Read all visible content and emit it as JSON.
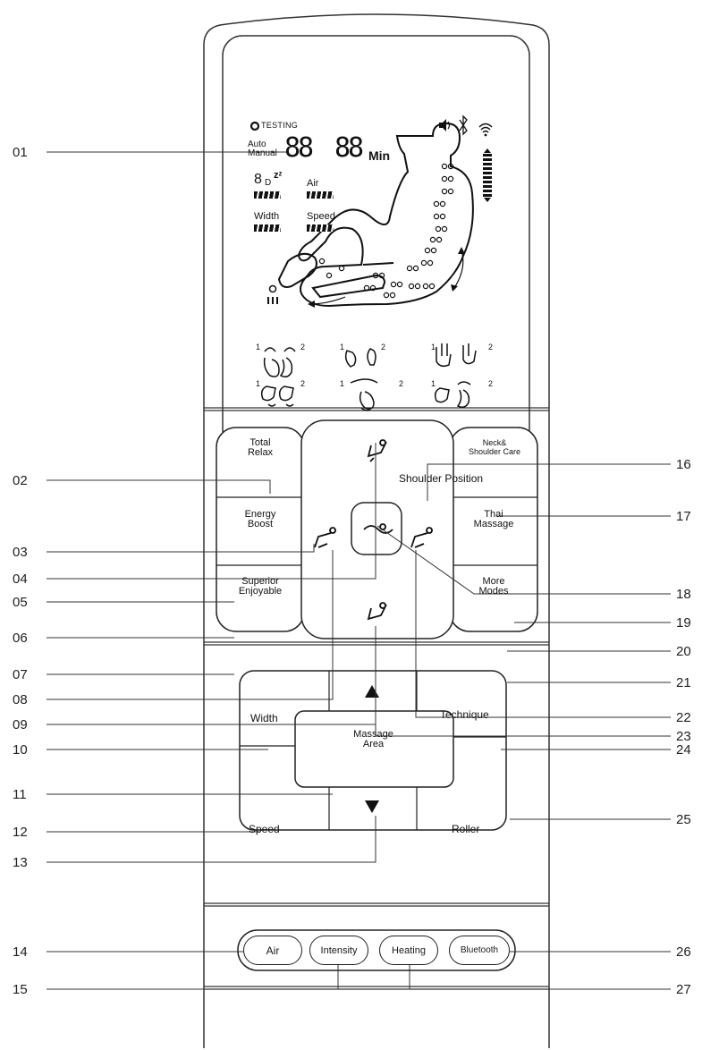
{
  "lcd": {
    "testing": "TESTING",
    "auto": "Auto",
    "manual": "Manual",
    "digits_left": "88",
    "digits_right": "88",
    "min": "Min",
    "sleep": "8",
    "sleep_sub": "D",
    "zz": "zᶻ",
    "air": "Air",
    "width": "Width",
    "speed": "Speed"
  },
  "buttons": {
    "shoulder_position": "Shoulder Position",
    "total_relax": "Total\nRelax",
    "energy_boost": "Energy\nBoost",
    "superior_enjoyable": "Superior\nEnjoyable",
    "neck_shoulder": "Neck&\nShoulder Care",
    "thai_massage": "Thai\nMassage",
    "more_modes": "More\nModes",
    "width": "Width",
    "technique": "Technique",
    "massage_area": "Massage\nArea",
    "speed": "Speed",
    "roller": "Roller",
    "air": "Air",
    "intensity": "Intensity",
    "heating": "Heating",
    "bluetooth": "Bluetooth"
  },
  "callouts": {
    "c01": "01",
    "c02": "02",
    "c03": "03",
    "c04": "04",
    "c05": "05",
    "c06": "06",
    "c07": "07",
    "c08": "08",
    "c09": "09",
    "c10": "10",
    "c11": "11",
    "c12": "12",
    "c13": "13",
    "c14": "14",
    "c15": "15",
    "c16": "16",
    "c17": "17",
    "c18": "18",
    "c19": "19",
    "c20": "20",
    "c21": "21",
    "c22": "22",
    "c23": "23",
    "c24": "24",
    "c25": "25",
    "c26": "26",
    "c27": "27"
  },
  "technique_numbers": {
    "one": "1",
    "two": "2"
  }
}
